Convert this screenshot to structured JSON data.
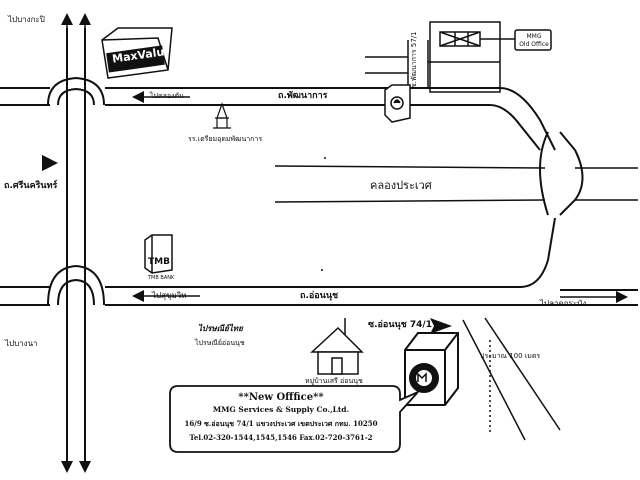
{
  "roads": {
    "north_left": "ไปบางกะปิ",
    "south_left": "ไปบางนา",
    "west_road": "ถ.ศรีนครินทร์",
    "top_road": "ถ.พัฒนาการ",
    "top_road_dir": "ไปคลองตัน",
    "bottom_road": "ถ.อ่อนนุช",
    "bottom_road_dir": "ไปสุขุมวิท",
    "east_dir": "ไปลาดกระบัง",
    "soi_pattana": "ซ.พัฒนาการ 57/1",
    "soi_onnut": "ซ.อ่อนนุช 74/1",
    "distance": "ประมาณ 100 เมตร"
  },
  "landmarks": {
    "canal": "คลองประเวศ",
    "school": "รร.เตรียมอุดมพัฒนาการ",
    "maxvalu": "MaxValu",
    "tmb_logo": "TMB",
    "tmb_sub": "TMB BANK",
    "post_logo": "ไปรษณีย์ไทย",
    "post_office": "ไปรษณีย์อ่อนนุช",
    "village": "หมู่บ้านเสรี อ่อนนุช",
    "old_office_line1": "MMG",
    "old_office_line2": "Old Office"
  },
  "new_office": {
    "heading": "**New Offfice**",
    "company": "MMG Services & Supply Co.,Ltd.",
    "address": "16/9 ซ.อ่อนนุช 74/1 แขวงประเวศ เขตประเวศ กทม. 10250",
    "phone": "Tel.02-320-1544,1545,1546 Fax.02-720-3761-2"
  }
}
